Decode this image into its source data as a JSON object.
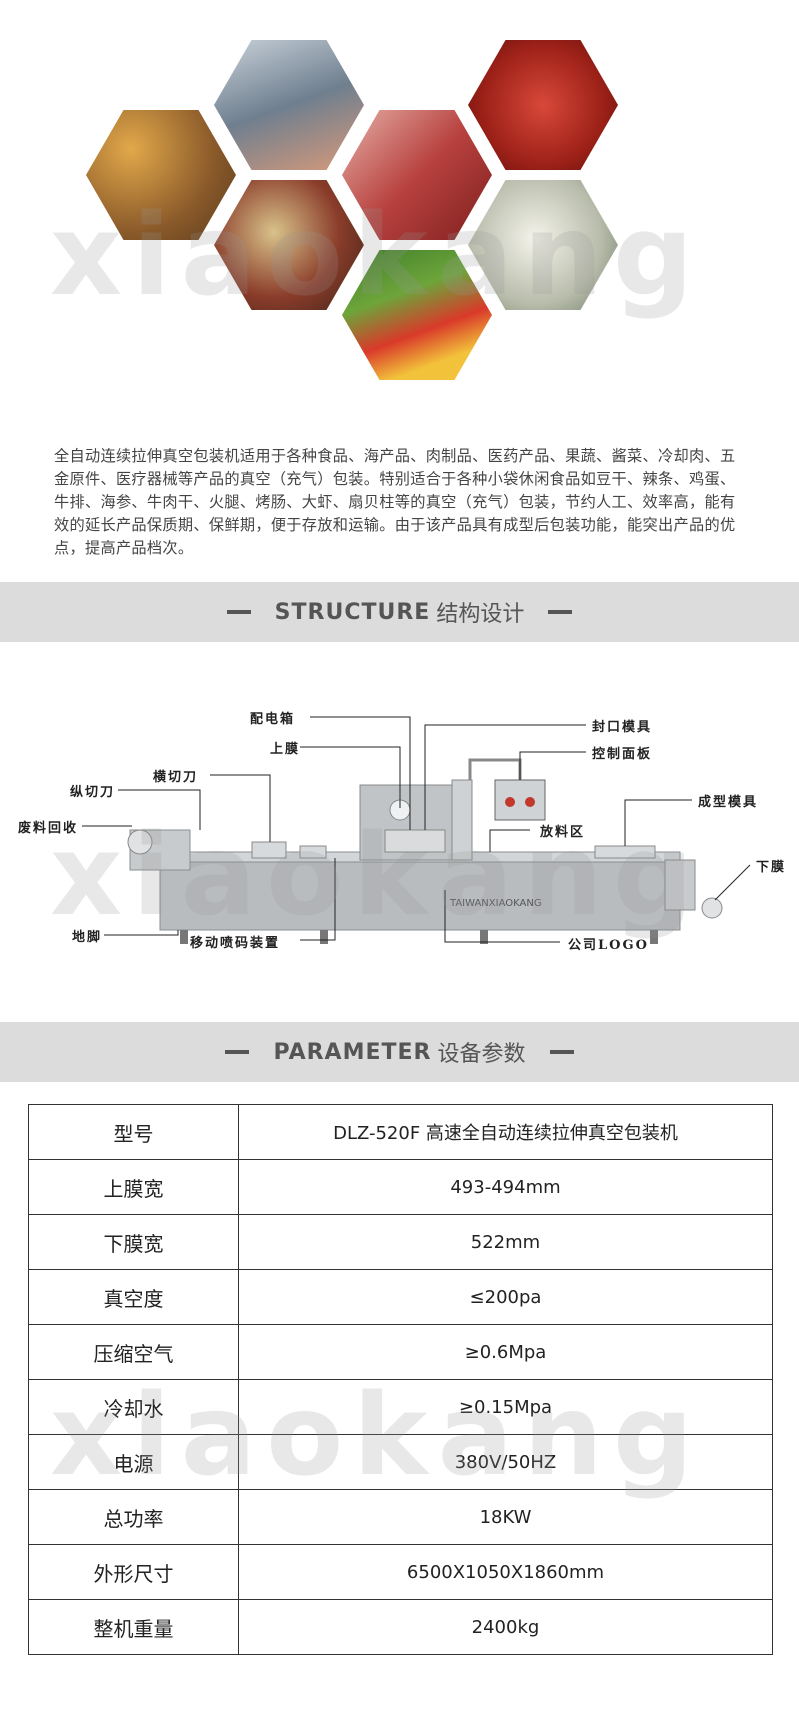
{
  "watermark": "xiaokang",
  "gallery": {
    "tiles": [
      {
        "name": "nuts-dried-fruit",
        "color": "#b07a3a"
      },
      {
        "name": "seafood",
        "color": "#8a9aa8"
      },
      {
        "name": "beans-grains",
        "color": "#7a3b2c"
      },
      {
        "name": "meat",
        "color": "#b8423f"
      },
      {
        "name": "chili-sauce",
        "color": "#a8281f"
      },
      {
        "name": "eggs",
        "color": "#c9cbbf"
      },
      {
        "name": "vegetables",
        "color": "#4f8a2a"
      }
    ]
  },
  "intro": {
    "text": "全自动连续拉伸真空包装机适用于各种食品、海产品、肉制品、医药产品、果蔬、酱菜、冷却肉、五金原件、医疗器械等产品的真空（充气）包装。特别适合于各种小袋休闲食品如豆干、辣条、鸡蛋、牛排、海参、牛肉干、火腿、烤肠、大虾、扇贝柱等的真空（充气）包装，节约人工、效率高，能有效的延长产品保质期、保鲜期，便于存放和运输。由于该产品具有成型后包装功能，能突出产品的优点，提高产品档次。"
  },
  "structure": {
    "title_en": "STRUCTURE",
    "title_zh": "结构设计",
    "labels": {
      "peidianxiang": "配电箱",
      "shangmo": "上膜",
      "hengqiedao": "横切刀",
      "zongqiedao": "纵切刀",
      "feiliaohuishou": "废料回收",
      "fengkoumoju": "封口模具",
      "kongzhimianban": "控制面板",
      "chengxingmoju": "成型模具",
      "fangliaoqu": "放料区",
      "xiamo": "下膜",
      "dijiao": "地脚",
      "yidongpenma": "移动喷码装置",
      "gongsilogo": "公司LOGO"
    },
    "machine_logo": "TAIWANXIAOKANG"
  },
  "parameter": {
    "title_en": "PARAMETER",
    "title_zh": "设备参数",
    "rows": [
      {
        "key": "型号",
        "value": "DLZ-520F 高速全自动连续拉伸真空包装机"
      },
      {
        "key": "上膜宽",
        "value": "493-494mm"
      },
      {
        "key": "下膜宽",
        "value": "522mm"
      },
      {
        "key": "真空度",
        "value": "≤200pa"
      },
      {
        "key": "压缩空气",
        "value": "≥0.6Mpa"
      },
      {
        "key": "冷却水",
        "value": "≥0.15Mpa"
      },
      {
        "key": "电源",
        "value": "380V/50HZ"
      },
      {
        "key": "总功率",
        "value": "18KW"
      },
      {
        "key": "外形尺寸",
        "value": "6500X1050X1860mm"
      },
      {
        "key": "整机重量",
        "value": "2400kg"
      }
    ]
  }
}
